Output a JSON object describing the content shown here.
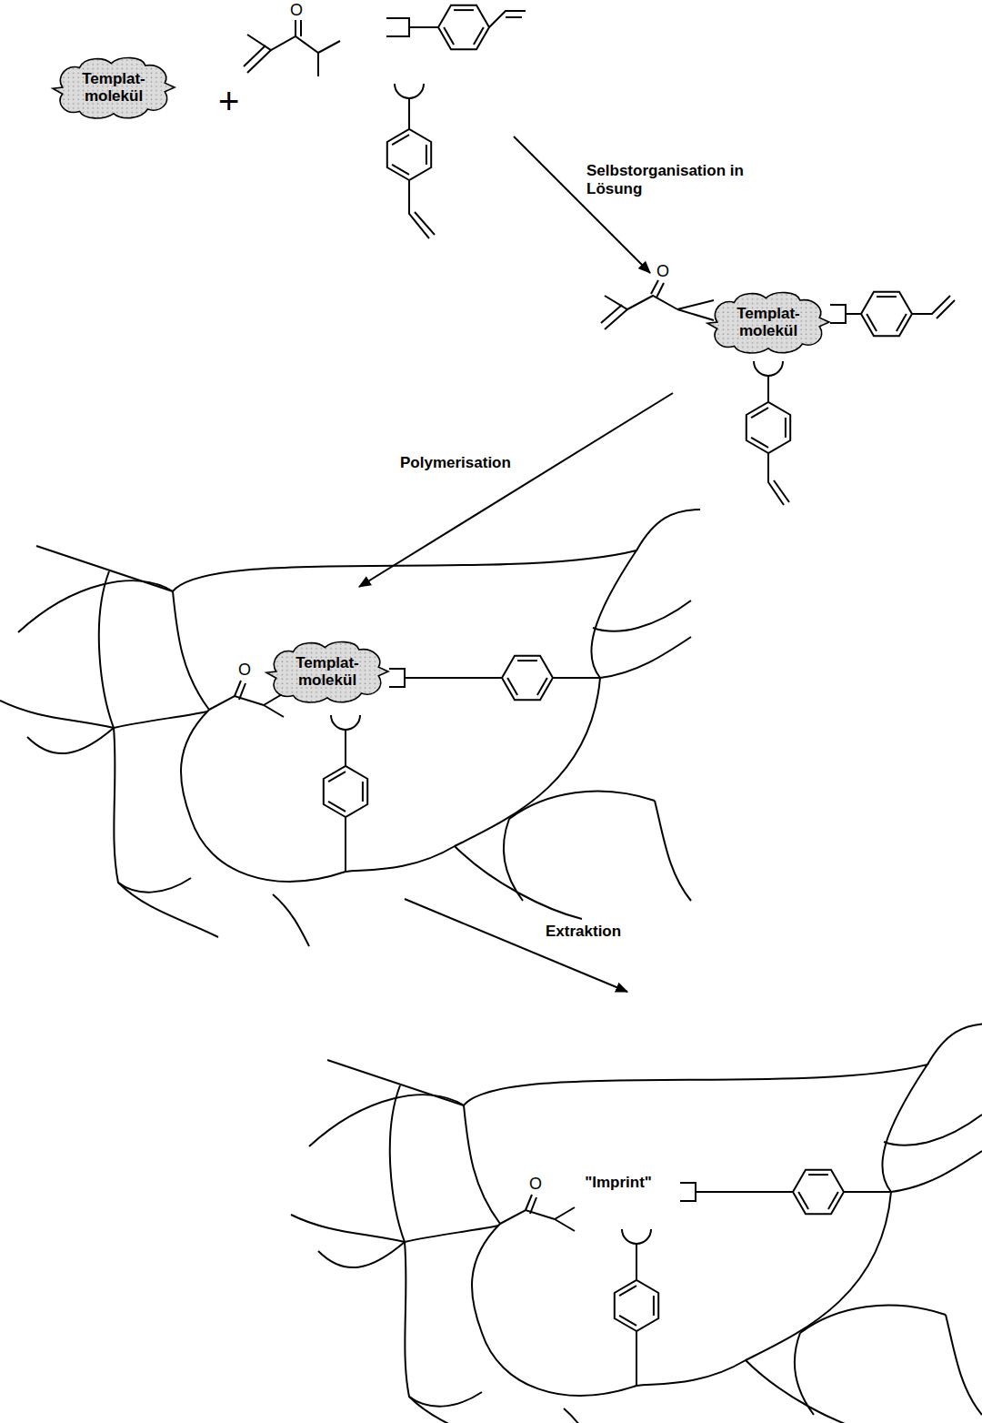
{
  "diagram": {
    "nodes": [
      {
        "text": [
          "Templat- molekül"
        ]
      },
      {
        "text": [
          "Templat- molekül"
        ]
      },
      {
        "text": [
          "Templat- molekül"
        ]
      }
    ],
    "labels": [
      "O",
      "+",
      "Selbstorganisation in Lösung",
      "O",
      "Polymerisation",
      "O",
      "Extraktion",
      "O",
      "\"Imprint\""
    ]
  }
}
